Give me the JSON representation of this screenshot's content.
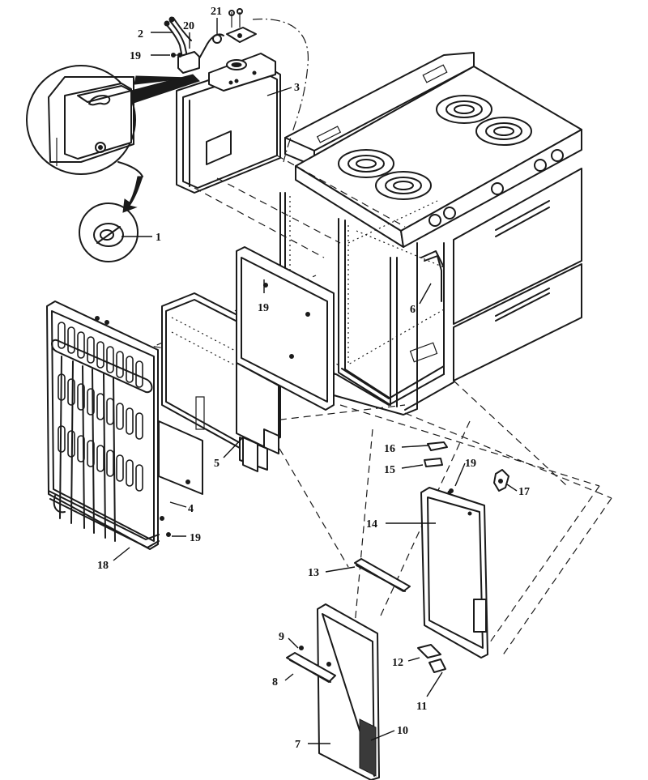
{
  "diagram": {
    "type": "exploded-parts-diagram",
    "callouts": [
      {
        "id": "c1",
        "label": "1"
      },
      {
        "id": "c2",
        "label": "2"
      },
      {
        "id": "c3",
        "label": "3"
      },
      {
        "id": "c4",
        "label": "4"
      },
      {
        "id": "c5",
        "label": "5"
      },
      {
        "id": "c6",
        "label": "6"
      },
      {
        "id": "c7",
        "label": "7"
      },
      {
        "id": "c8",
        "label": "8"
      },
      {
        "id": "c9",
        "label": "9"
      },
      {
        "id": "c10",
        "label": "10"
      },
      {
        "id": "c11",
        "label": "11"
      },
      {
        "id": "c12",
        "label": "12"
      },
      {
        "id": "c13",
        "label": "13"
      },
      {
        "id": "c14",
        "label": "14"
      },
      {
        "id": "c15",
        "label": "15"
      },
      {
        "id": "c16",
        "label": "16"
      },
      {
        "id": "c17",
        "label": "17"
      },
      {
        "id": "c18",
        "label": "18"
      },
      {
        "id": "c19a",
        "label": "19"
      },
      {
        "id": "c19b",
        "label": "19"
      },
      {
        "id": "c19c",
        "label": "19"
      },
      {
        "id": "c19d",
        "label": "19"
      },
      {
        "id": "c20",
        "label": "20"
      },
      {
        "id": "c21",
        "label": "21"
      }
    ]
  }
}
